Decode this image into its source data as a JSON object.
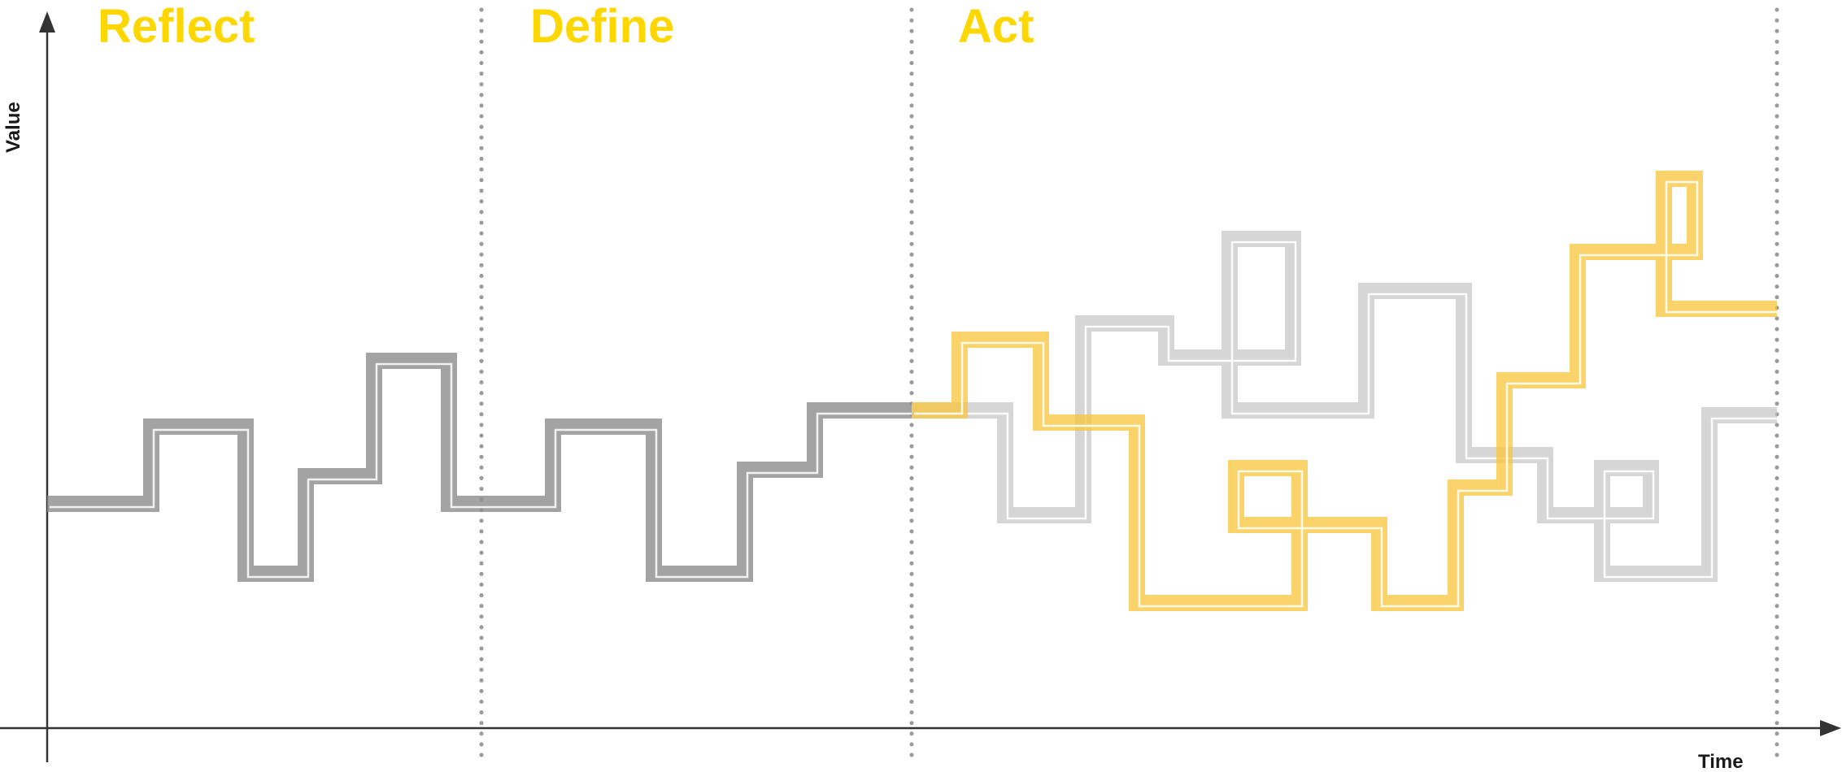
{
  "colors": {
    "accent": "#FFD700",
    "axis": "#333333",
    "divider": "#9a9a9a",
    "path_dark": "#8f8f8f",
    "path_light": "#cfcfcf",
    "path_yellow": "#f8c53a"
  },
  "phases": [
    {
      "label": "Reflect"
    },
    {
      "label": "Define"
    },
    {
      "label": "Act"
    }
  ],
  "axes": {
    "y_label": "Value",
    "x_label": "Time"
  }
}
